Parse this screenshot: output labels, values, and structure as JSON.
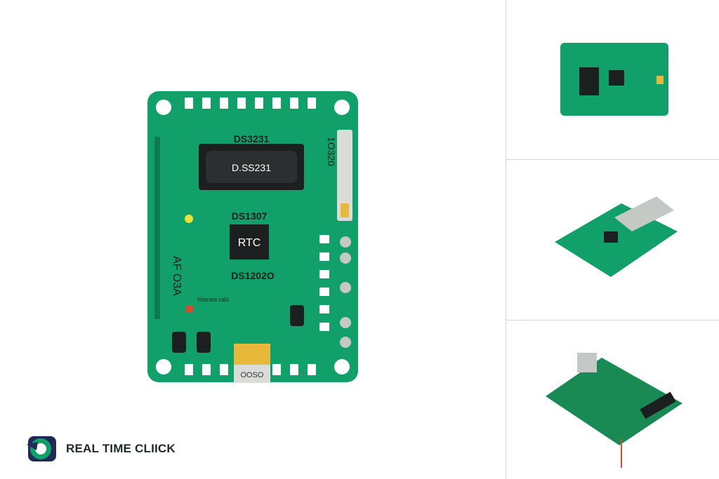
{
  "main_board": {
    "label_top": "DS3231",
    "chip_main": "D.SS231",
    "label_mid": "DS1307",
    "chip_rtc": "RTC",
    "label_low": "DS1202O",
    "side_left": "AF O3A",
    "side_right": "1O320",
    "connector": "OOSO",
    "small_text": "Yosnes rals"
  },
  "brand": {
    "name": "REAL TIME CLIICK"
  },
  "colors": {
    "pcb": "#12a06a",
    "pad": "#ffffff",
    "chip": "#1c1f1f",
    "connector": "#e8b83a"
  }
}
